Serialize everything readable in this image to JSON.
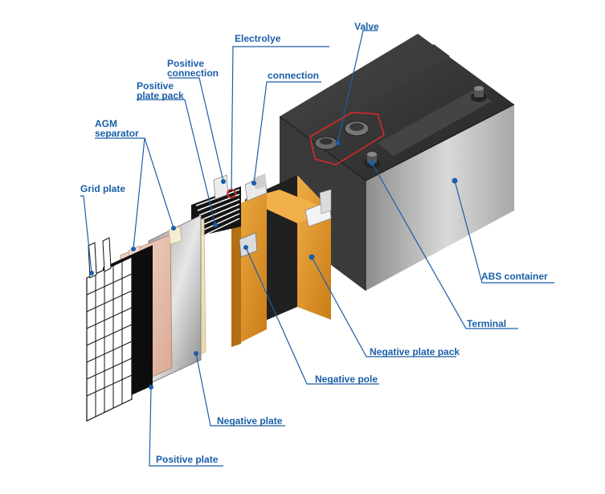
{
  "labels": {
    "electrolye": "Electrolye",
    "valve": "Valve",
    "positive_connection": [
      "Positive",
      "connection"
    ],
    "connection": "connection",
    "positive_plate_pack": [
      "Positive",
      "plate pack"
    ],
    "agm_separator": [
      "AGM",
      "separator"
    ],
    "grid_plate": "Grid plate",
    "abs_container": "ABS container",
    "terminal": "Terminal",
    "negative_plate_pack": "Negative plate pack",
    "negative_pole": "Negative pole",
    "negative_plate": "Negative plate",
    "positive_plate": "Positive plate"
  },
  "colors": {
    "label": "#1a5ea8",
    "leader": "#1a5ea8",
    "case_dark": "#2e2e2e",
    "case_light": "#c9c9c9",
    "orange_plate": "#e59a2a",
    "separator_cream": "#f3e6c4",
    "positive_plate_pink": "#e8c6b5",
    "valve_ring": "#d42a2a"
  }
}
